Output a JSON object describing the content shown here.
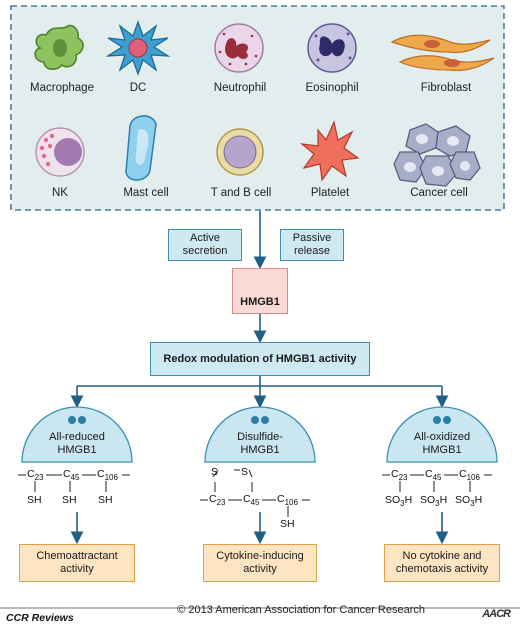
{
  "cells": [
    {
      "label": "Macrophage",
      "icon": "macrophage-icon"
    },
    {
      "label": "DC",
      "icon": "dendritic-cell-icon"
    },
    {
      "label": "Neutrophil",
      "icon": "neutrophil-icon"
    },
    {
      "label": "Eosinophil",
      "icon": "eosinophil-icon"
    },
    {
      "label": "Fibroblast",
      "icon": "fibroblast-icon"
    },
    {
      "label": "NK",
      "icon": "nk-cell-icon"
    },
    {
      "label": "Mast cell",
      "icon": "mast-cell-icon"
    },
    {
      "label": "T and B cell",
      "icon": "lymphocyte-icon"
    },
    {
      "label": "Platelet",
      "icon": "platelet-icon"
    },
    {
      "label": "Cancer cell",
      "icon": "cancer-cell-icon"
    }
  ],
  "release": {
    "active": "Active\nsecretion",
    "passive": "Passive\nrelease"
  },
  "hmgb1_label": "HMGB1",
  "redox_label": "Redox modulation of HMGB1 activity",
  "forms": [
    {
      "name": "All-reduced\nHMGB1",
      "activity": "Chemoattractant\nactivity"
    },
    {
      "name": "Disulfide-\nHMGB1",
      "activity": "Cytokine-inducing\nactivity"
    },
    {
      "name": "All-oxidized\nHMGB1",
      "activity": "No cytokine and\nchemotaxis activity"
    }
  ],
  "chem": {
    "c23": "C",
    "c23_sub": "23",
    "c45": "C",
    "c45_sub": "45",
    "c106": "C",
    "c106_sub": "106",
    "sh": "SH",
    "s": "S",
    "so3h": "SO",
    "so3h_sub": "3",
    "so3h_end": "H"
  },
  "footer": {
    "left": "CCR Reviews",
    "right": "© 2013 American Association for Cancer Research",
    "logo": "AACR"
  },
  "colors": {
    "panel": "#e2eded",
    "panel_border": "#2c5f7f",
    "arrow": "#1f5f86",
    "dome": "#c9e6f1",
    "dome_border": "#3a8fb5",
    "dot": "#2a7fa8"
  }
}
